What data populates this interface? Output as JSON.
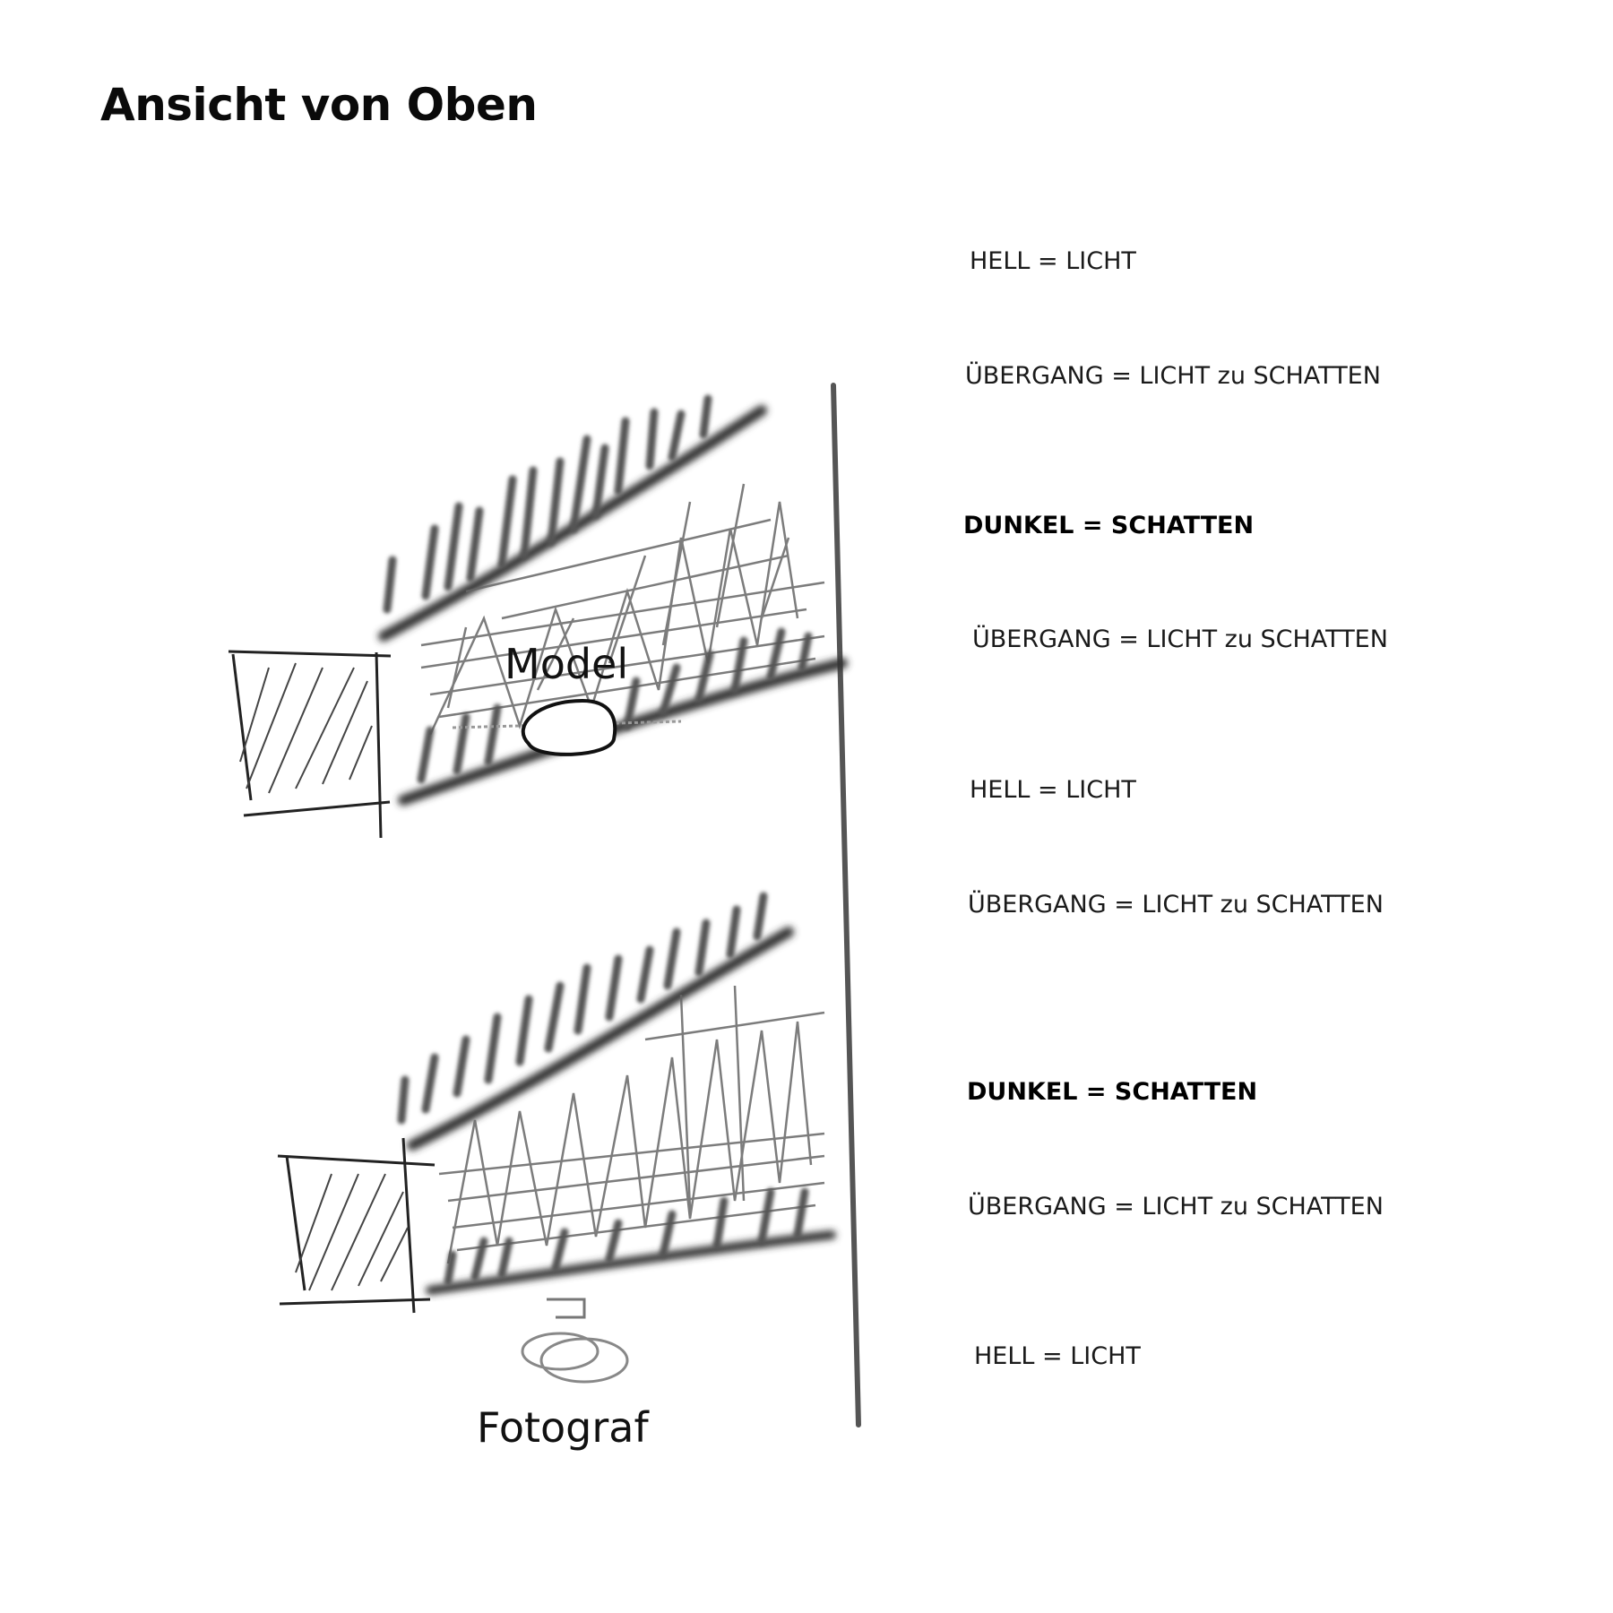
{
  "title": "Ansicht von Oben",
  "labels": {
    "model": "Model",
    "photographer": "Fotograf"
  },
  "legend": [
    {
      "text": "HELL = LICHT",
      "tone": "light"
    },
    {
      "text": "ÜBERGANG = LICHT zu SCHATTEN",
      "tone": "transition"
    },
    {
      "text": "DUNKEL = SCHATTEN",
      "tone": "dark"
    },
    {
      "text": "ÜBERGANG = LICHT zu SCHATTEN",
      "tone": "transition"
    },
    {
      "text": "HELL = LICHT",
      "tone": "light"
    },
    {
      "text": "ÜBERGANG = LICHT zu SCHATTEN",
      "tone": "transition"
    },
    {
      "text": "DUNKEL = SCHATTEN",
      "tone": "dark"
    },
    {
      "text": "ÜBERGANG = LICHT zu SCHATTEN",
      "tone": "transition"
    },
    {
      "text": "HELL = LICHT",
      "tone": "light"
    }
  ],
  "colors": {
    "background": "#ffffff",
    "ink": "#1a1a1a",
    "shadow_stroke": "#444444",
    "soft_stroke": "#888888"
  }
}
